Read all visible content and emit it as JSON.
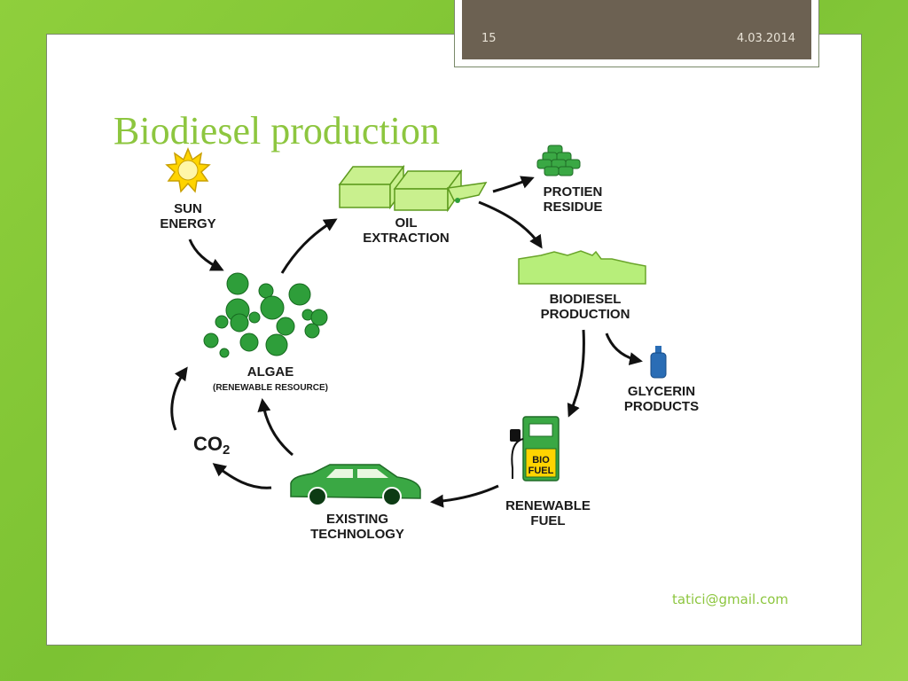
{
  "header": {
    "slide_number": "15",
    "date": "4.03.2014"
  },
  "title": "Biodiesel production",
  "footer": {
    "email": "tatici@gmail.com"
  },
  "diagram": {
    "sun_energy": [
      "SUN",
      "ENERGY"
    ],
    "oil_extraction": [
      "OIL",
      "EXTRACTION"
    ],
    "protein_residue": [
      "PROTIEN",
      "RESIDUE"
    ],
    "biodiesel_production": [
      "BIODIESEL",
      "PRODUCTION"
    ],
    "glycerin_products": [
      "GLYCERIN",
      "PRODUCTS"
    ],
    "renewable_fuel": [
      "RENEWABLE",
      "FUEL"
    ],
    "bio_fuel_pump": [
      "BIO",
      "FUEL"
    ],
    "existing_technology": [
      "EXISTING",
      "TECHNOLOGY"
    ],
    "co2": {
      "main": "CO",
      "sub": "2"
    },
    "algae": "ALGAE",
    "algae_sub": "(RENEWABLE RESOURCE)"
  },
  "colors": {
    "accent_green": "#8dc63f",
    "algae_green": "#2e9e3a",
    "header_brown": "#6c6152"
  }
}
